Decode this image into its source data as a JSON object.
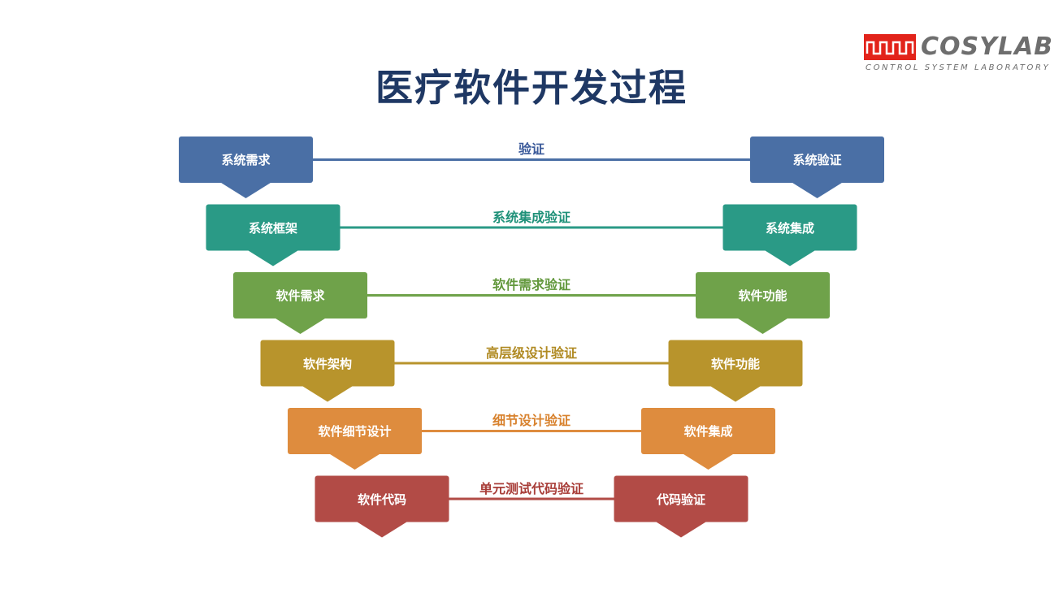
{
  "title": "医疗软件开发过程",
  "logo": {
    "name": "COSYLAB",
    "subtitle": "CONTROL SYSTEM LABORATORY",
    "color": "#e2231a"
  },
  "rows": [
    {
      "left": "系统需求",
      "right": "系统验证",
      "middle": "验证",
      "color": "#4a6fa5",
      "text_color": "#3b5a9a"
    },
    {
      "left": "系统框架",
      "right": "系统集成",
      "middle": "系统集成验证",
      "color": "#2a9a86",
      "text_color": "#1f9179"
    },
    {
      "left": "软件需求",
      "right": "软件功能",
      "middle": "软件需求验证",
      "color": "#6fa24a",
      "text_color": "#62983c"
    },
    {
      "left": "软件架构",
      "right": "软件功能",
      "middle": "高层级设计验证",
      "color": "#b8942c",
      "text_color": "#b08a22"
    },
    {
      "left": "软件细节设计",
      "right": "软件集成",
      "middle": "细节设计验证",
      "color": "#de8c3e",
      "text_color": "#d8822e"
    },
    {
      "left": "软件代码",
      "right": "代码验证",
      "middle": "单元测试代码验证",
      "color": "#b24b46",
      "text_color": "#a83d38"
    }
  ]
}
